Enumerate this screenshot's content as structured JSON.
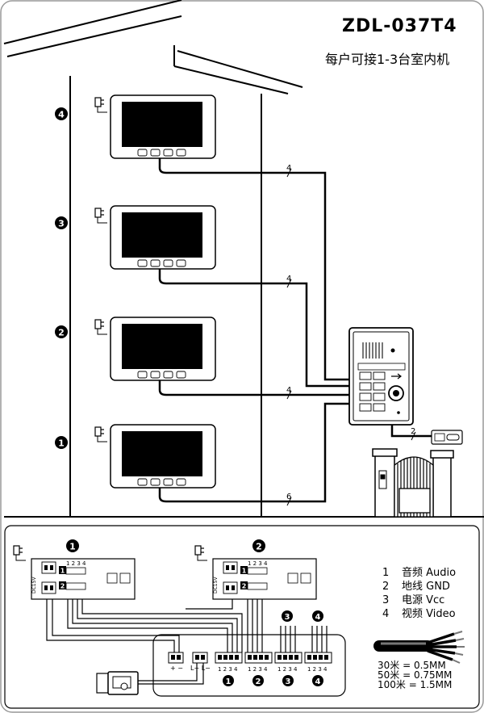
{
  "header": {
    "model": "ZDL-037T4",
    "subtitle": "每户可接1-3台室内机"
  },
  "floors": [
    {
      "marker": "4",
      "wire_label": "4"
    },
    {
      "marker": "3",
      "wire_label": "4"
    },
    {
      "marker": "2",
      "wire_label": "4"
    },
    {
      "marker": "1",
      "wire_label": "6"
    }
  ],
  "gate_wire_label": "2",
  "bottom": {
    "unit1_marker": "1",
    "unit2_marker": "2",
    "hub_marker3": "3",
    "hub_marker4": "4",
    "dc_label": "DC15V",
    "terminal_numbers": "1 2 3 4",
    "hub_groups": [
      "1",
      "2",
      "3",
      "4"
    ],
    "hub_power_labels": [
      "+ −",
      "L+ L−"
    ]
  },
  "legend": [
    {
      "num": "1",
      "text": "音频 Audio"
    },
    {
      "num": "2",
      "text": "地线 GND"
    },
    {
      "num": "3",
      "text": "电源 Vcc"
    },
    {
      "num": "4",
      "text": "视频 Video"
    }
  ],
  "cable_specs": [
    "30米 = 0.5MM",
    "50米 = 0.75MM",
    "100米 = 1.5MM"
  ]
}
